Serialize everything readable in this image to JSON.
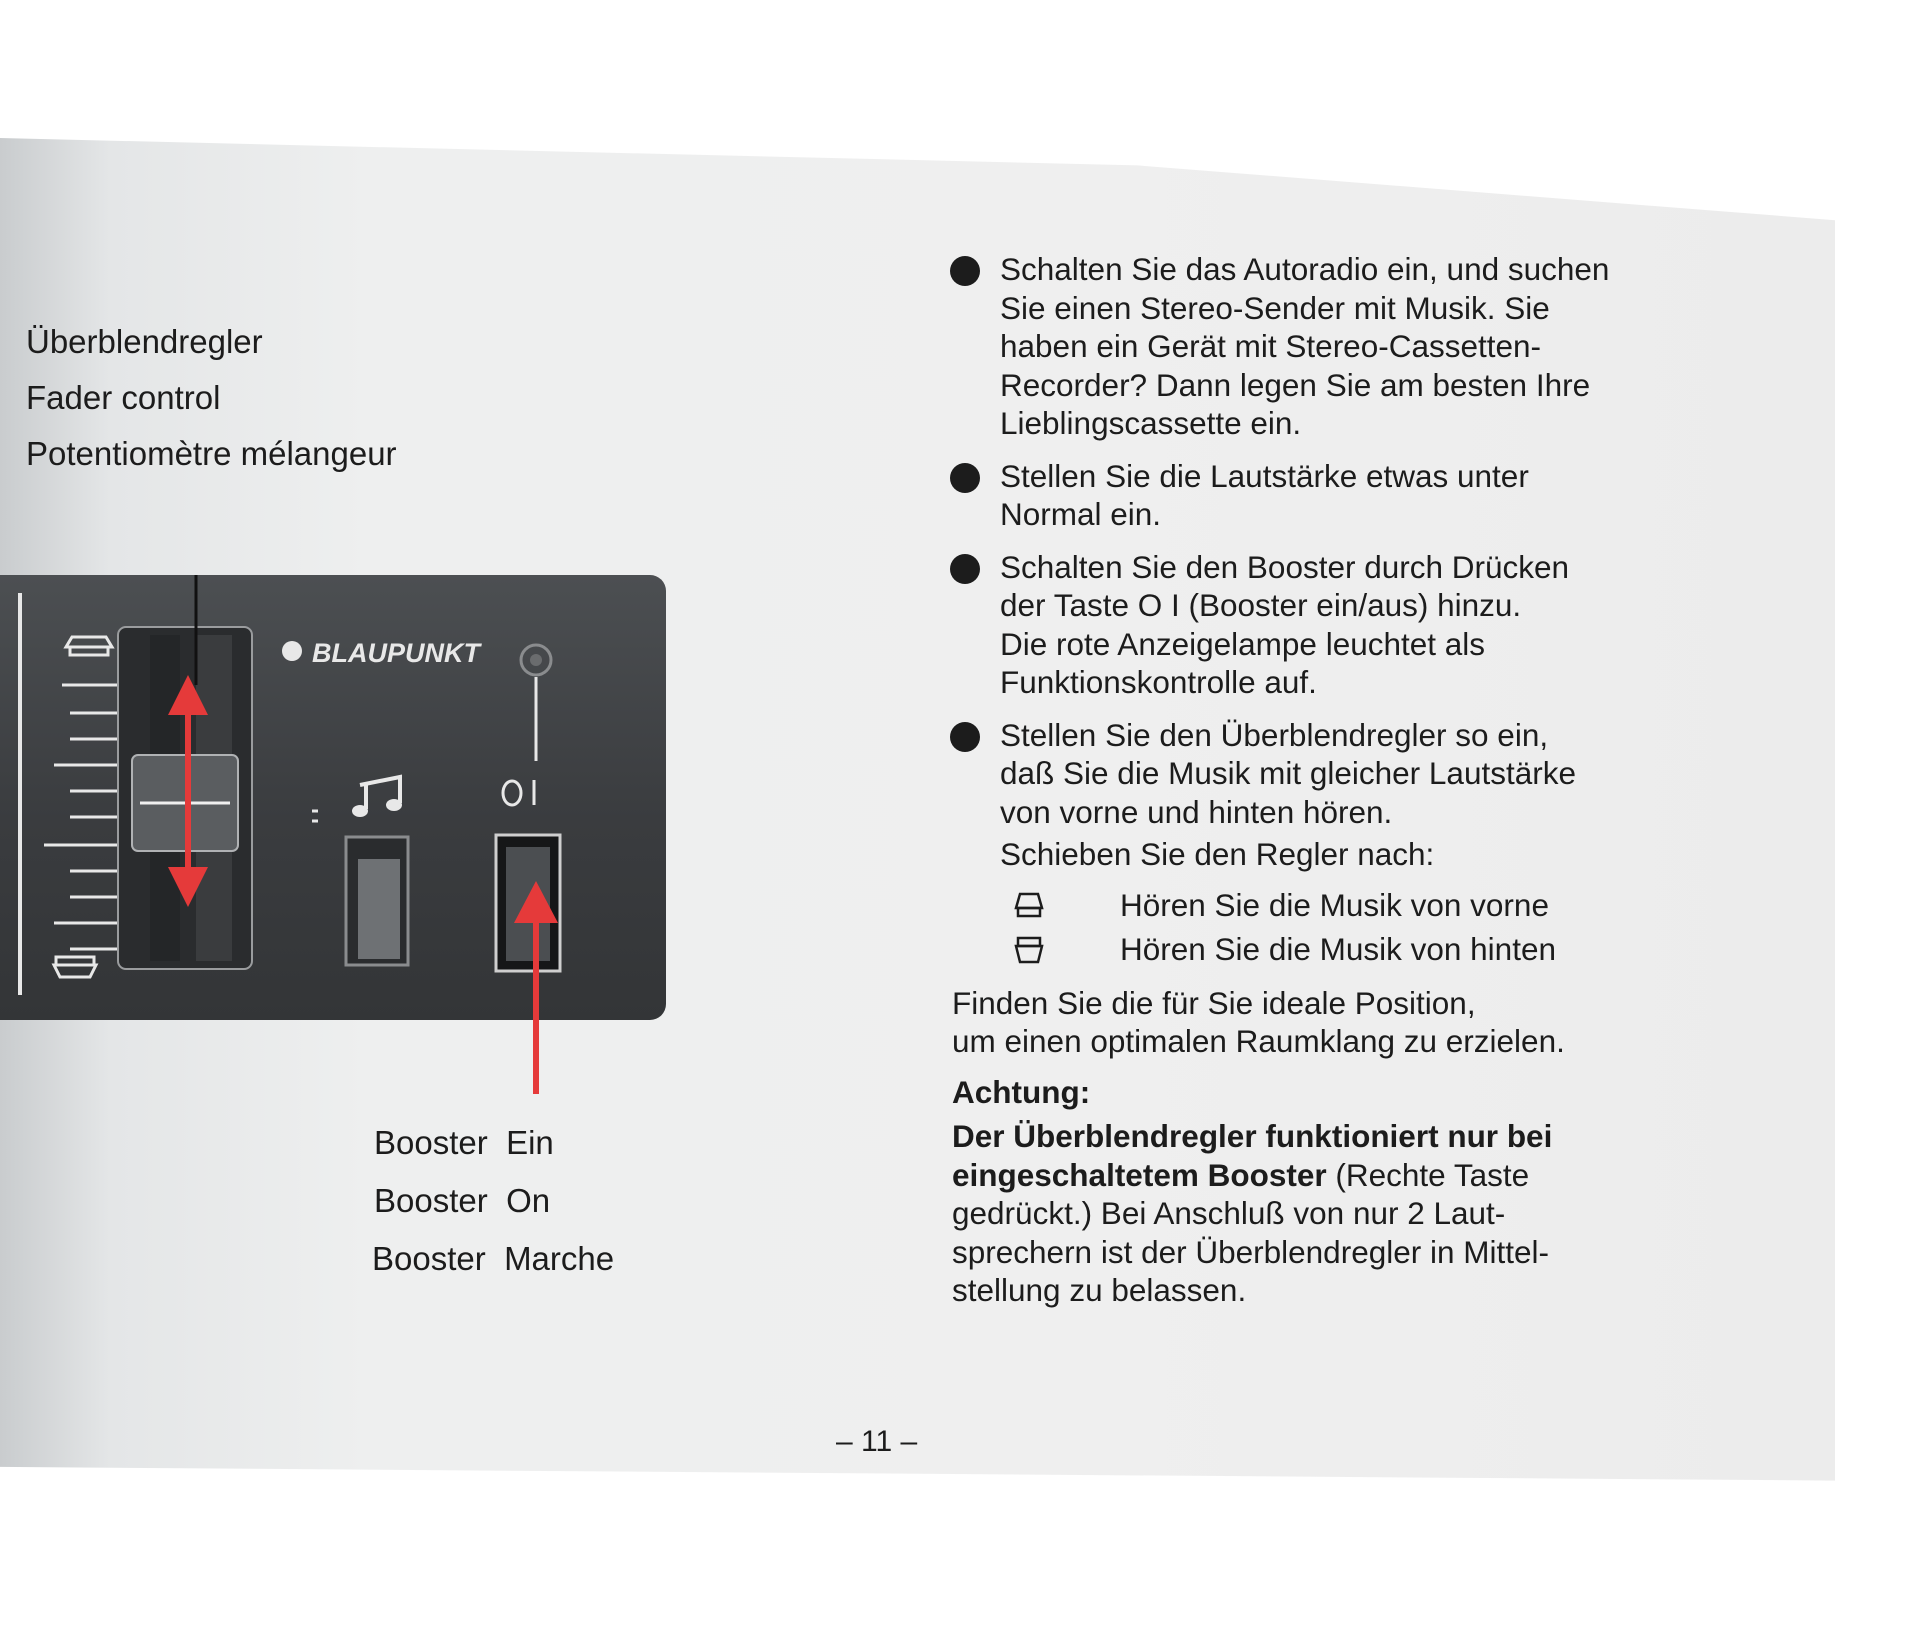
{
  "fader_labels": {
    "de": "Überblendregler",
    "en": "Fader control",
    "fr": "Potentiomètre mélangeur"
  },
  "device": {
    "brand": "BLAUPUNKT",
    "booster_switch_label": "O I",
    "arrow_color": "#e53a3a"
  },
  "booster_labels": {
    "line1": "Booster  Ein",
    "line2": "Booster  On",
    "line3": "Booster  Marche"
  },
  "instructions": [
    {
      "lines": [
        "Schalten Sie das Autoradio ein, und suchen",
        "Sie einen Stereo-Sender mit Musik. Sie",
        "haben ein Gerät mit Stereo-Cassetten-",
        "Recorder? Dann legen Sie am besten Ihre",
        "Lieblingscassette ein."
      ]
    },
    {
      "lines": [
        "Stellen Sie die Lautstärke etwas unter",
        "Normal ein."
      ]
    },
    {
      "lines": [
        "Schalten Sie den Booster durch Drücken",
        "der Taste O I (Booster ein/aus) hinzu.",
        "Die rote Anzeigelampe leuchtet als",
        "Funktionskontrolle auf."
      ]
    },
    {
      "lines": [
        "Stellen Sie den Überblendregler so ein,",
        "daß Sie die Musik mit gleicher Lautstärke",
        "von vorne und hinten hören."
      ]
    }
  ],
  "slide_intro": "Schieben Sie den Regler nach:",
  "speaker_front": "Hören Sie die Musik von vorne",
  "speaker_rear": "Hören Sie die Musik von hinten",
  "finden": [
    "Finden Sie die für Sie ideale Position,",
    "um einen optimalen Raumklang zu erzielen."
  ],
  "achtung": {
    "title": "Achtung:",
    "bold_1": "Der Überblendregler funktioniert nur bei",
    "bold_2": "eingeschaltetem Booster",
    "normal_2": " (Rechte Taste",
    "line_3": "gedrückt.) Bei Anschluß von nur 2 Laut-",
    "line_4": "sprechern ist der Überblendregler in Mittel-",
    "line_5": "stellung zu belassen."
  },
  "page_number": "– 11 –"
}
